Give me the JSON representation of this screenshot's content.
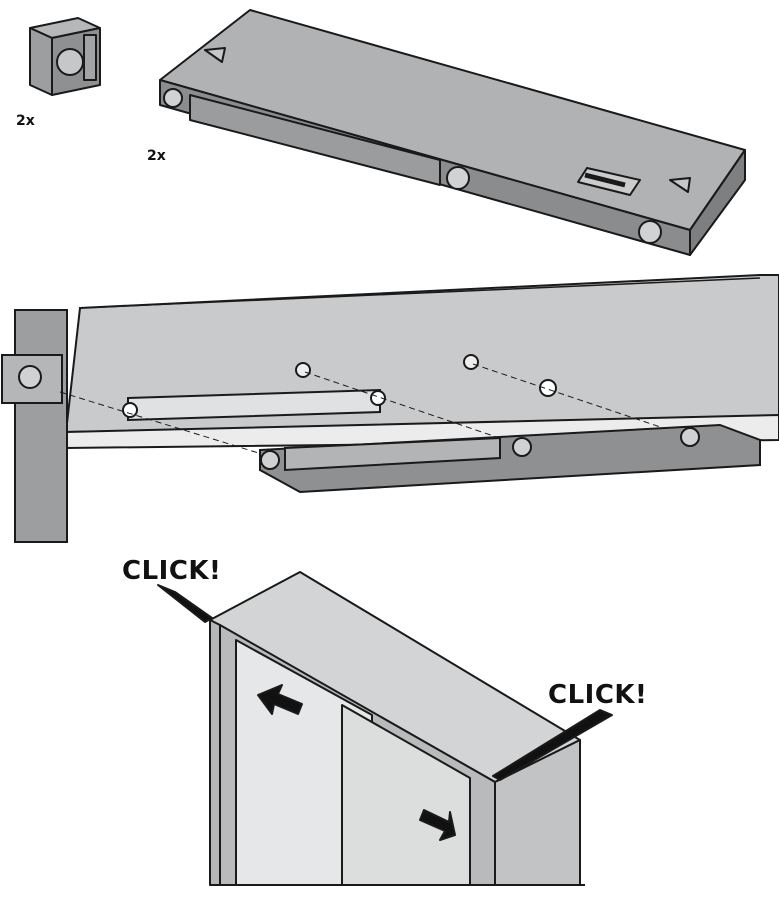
{
  "panel1": {
    "clip_quantity": "2x",
    "mechanism_quantity": "2x"
  },
  "panel3": {
    "click_left": "CLICK!",
    "click_right": "CLICK!"
  },
  "colors": {
    "housing": "#a9abad",
    "housing_dark": "#7d7f81",
    "cabinet": "#c7c8c9",
    "door": "#d9dadb",
    "outline": "#1a1a1a"
  }
}
